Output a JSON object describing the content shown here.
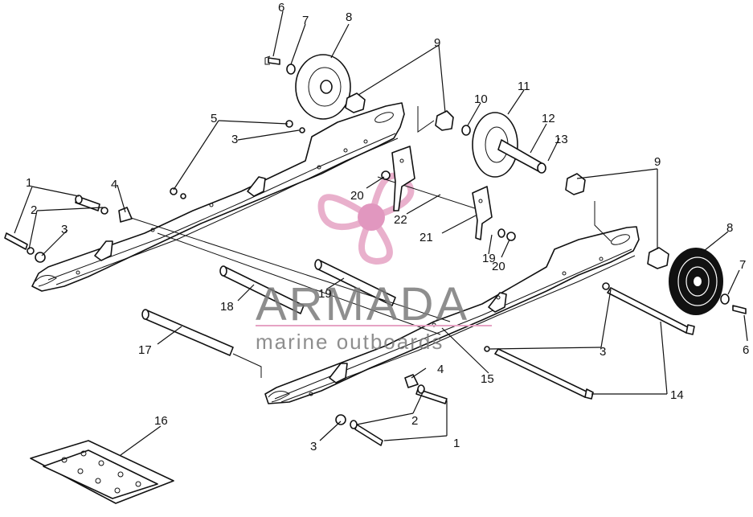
{
  "callouts": [
    {
      "id": "c1a",
      "text": "1"
    },
    {
      "id": "c1b",
      "text": "1"
    },
    {
      "id": "c2a",
      "text": "2"
    },
    {
      "id": "c2b",
      "text": "2"
    },
    {
      "id": "c3a",
      "text": "3"
    },
    {
      "id": "c3b",
      "text": "3"
    },
    {
      "id": "c3c",
      "text": "3"
    },
    {
      "id": "c3d",
      "text": "3"
    },
    {
      "id": "c4a",
      "text": "4"
    },
    {
      "id": "c4b",
      "text": "4"
    },
    {
      "id": "c5",
      "text": "5"
    },
    {
      "id": "c6a",
      "text": "6"
    },
    {
      "id": "c6b",
      "text": "6"
    },
    {
      "id": "c7a",
      "text": "7"
    },
    {
      "id": "c7b",
      "text": "7"
    },
    {
      "id": "c8a",
      "text": "8"
    },
    {
      "id": "c8b",
      "text": "8"
    },
    {
      "id": "c9a",
      "text": "9"
    },
    {
      "id": "c9b",
      "text": "9"
    },
    {
      "id": "c10",
      "text": "10"
    },
    {
      "id": "c11",
      "text": "11"
    },
    {
      "id": "c12",
      "text": "12"
    },
    {
      "id": "c13",
      "text": "13"
    },
    {
      "id": "c14",
      "text": "14"
    },
    {
      "id": "c15",
      "text": "15"
    },
    {
      "id": "c16",
      "text": "16"
    },
    {
      "id": "c17",
      "text": "17"
    },
    {
      "id": "c18",
      "text": "18"
    },
    {
      "id": "c19a",
      "text": "19"
    },
    {
      "id": "c19b",
      "text": "19"
    },
    {
      "id": "c20a",
      "text": "20"
    },
    {
      "id": "c20b",
      "text": "20"
    },
    {
      "id": "c21",
      "text": "21"
    },
    {
      "id": "c22",
      "text": "22"
    }
  ],
  "watermark": {
    "title": "ARMADA",
    "subtitle": "marine outboards",
    "logo_color": "#e6a3c4",
    "logo_center_color": "#dc86b4",
    "text_color": "#7a7a7a"
  }
}
